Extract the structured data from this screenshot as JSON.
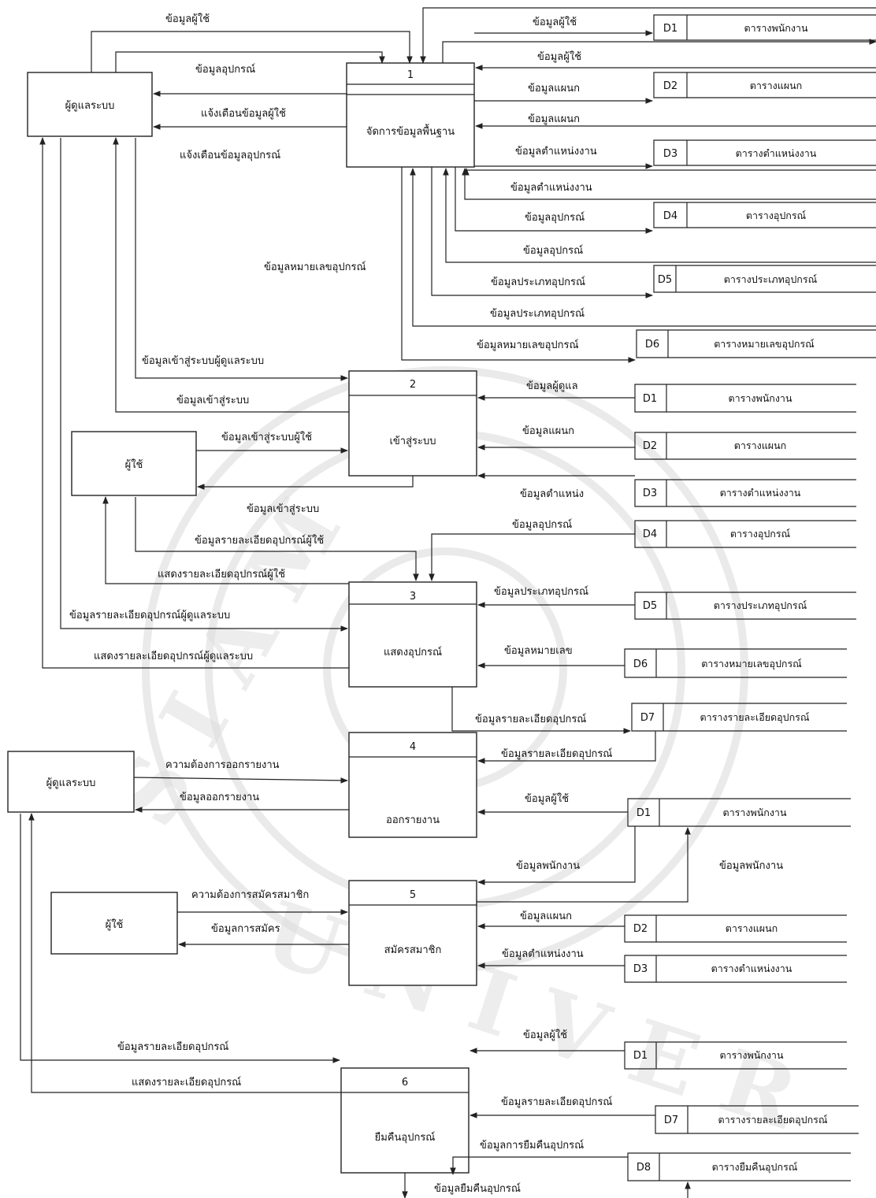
{
  "entities": {
    "admin_top": "ผู้ดูแลระบบ",
    "user_top": "ผู้ใช้",
    "admin_bottom": "ผู้ดูแลระบบ",
    "user_bottom": "ผู้ใช้"
  },
  "processes": [
    {
      "num": "1",
      "name": "จัดการข้อมูลพื้นฐาน"
    },
    {
      "num": "2",
      "name": "เข้าสู่ระบบ"
    },
    {
      "num": "3",
      "name": "แสดงอุปกรณ์"
    },
    {
      "num": "4",
      "name": "ออกรายงาน"
    },
    {
      "num": "5",
      "name": "สมัครสมาชิก"
    },
    {
      "num": "6",
      "name": "ยืมคืนอุปกรณ์"
    }
  ],
  "stores": {
    "D1": "ตารางพนักงาน",
    "D2": "ตารางแผนก",
    "D3": "ตารางตำแหน่งงาน",
    "D4": "ตารางอุปกรณ์",
    "D5": "ตารางประเภทอุปกรณ์",
    "D6": "ตารางหมายเลขอุปกรณ์",
    "D7": "ตารางรายละเอียดอุปกรณ์",
    "D8": "ตารางยืมคืนอุปกรณ์"
  },
  "store_ids": [
    "D1",
    "D2",
    "D3",
    "D4",
    "D5",
    "D6",
    "D7",
    "D8"
  ],
  "flows": {
    "f_user_data_top": "ข้อมูลผู้ใช้",
    "f_device_data_admin": "ข้อมูลอุปกรณ์",
    "f_warn_user": "แจ้งเตือนข้อมูลผู้ใช้",
    "f_warn_device": "แจ้งเตือนข้อมูลอุปกรณ์",
    "f_d1_out": "ข้อมูลผู้ใช้",
    "f_d1_in": "ข้อมูลผู้ใช้",
    "f_d2_out": "ข้อมูลแผนก",
    "f_d2_in": "ข้อมูลแผนก",
    "f_d3_out": "ข้อมูลตำแหน่งงาน",
    "f_d3_in": "ข้อมูลตำแหน่งงาน",
    "f_d4_out": "ข้อมูลอุปกรณ์",
    "f_d4_in": "ข้อมูลอุปกรณ์",
    "f_d5_out": "ข้อมูลประเภทอุปกรณ์",
    "f_d5_in": "ข้อมูลประเภทอุปกรณ์",
    "f_d6_in": "ข้อมูลหมายเลขอุปกรณ์",
    "f_serial_admin": "ข้อมูลหมายเลขอุปกรณ์",
    "f_login_admin_in": "ข้อมูลเข้าสู่ระบบผู้ดูแลระบบ",
    "f_login_admin_out": "ข้อมูลเข้าสู่ระบบ",
    "f_login_user_in": "ข้อมูลเข้าสู่ระบบผู้ใช้",
    "f_login_user_out": "ข้อมูลเข้าสู่ระบบ",
    "f_p2_d1": "ข้อมูลผู้ดูแล",
    "f_p2_d2": "ข้อมูลแผนก",
    "f_p2_d3": "ข้อมูลตำแหน่ง",
    "f_p3_d4": "ข้อมูลอุปกรณ์",
    "f_user_detail_in": "ข้อมูลรายละเอียดอุปกรณ์ผู้ใช้",
    "f_user_detail_out": "แสดงรายละเอียดอุปกรณ์ผู้ใช้",
    "f_admin_detail_in": "ข้อมูลรายละเอียดอุปกรณ์ผู้ดูแลระบบ",
    "f_admin_detail_out": "แสดงรายละเอียดอุปกรณ์ผู้ดูแลระบบ",
    "f_p3_d5": "ข้อมูลประเภทอุปกรณ์",
    "f_p3_d6": "ข้อมูลหมายเลข",
    "f_p3_d7_out": "ข้อมูลรายละเอียดอุปกรณ์",
    "f_p4_d7": "ข้อมูลรายละเอียดอุปกรณ์",
    "f_report_req": "ความต้องการออกรายงาน",
    "f_report_out": "ข้อมูลออกรายงาน",
    "f_p4_d1": "ข้อมูลผู้ใช้",
    "f_p5_d1_in": "ข้อมูลพนักงาน",
    "f_p5_d1_out": "ข้อมูลพนักงาน",
    "f_reg_req": "ความต้องการสมัครสมาชิก",
    "f_reg_out": "ข้อมูลการสมัคร",
    "f_p5_d2": "ข้อมูลแผนก",
    "f_p5_d3": "ข้อมูลตำแหน่งงาน",
    "f_p6_d1": "ข้อมูลผู้ใช้",
    "f_p6_admin_in": "ข้อมูลรายละเอียดอุปกรณ์",
    "f_p6_admin_out": "แสดงรายละเอียดอุปกรณ์",
    "f_p6_d7": "ข้อมูลรายละเอียดอุปกรณ์",
    "f_p6_d8_in": "ข้อมูลการยืมคืนอุปกรณ์",
    "f_p6_d8_out": "ข้อมูลยืมคืนอุปกรณ์"
  }
}
